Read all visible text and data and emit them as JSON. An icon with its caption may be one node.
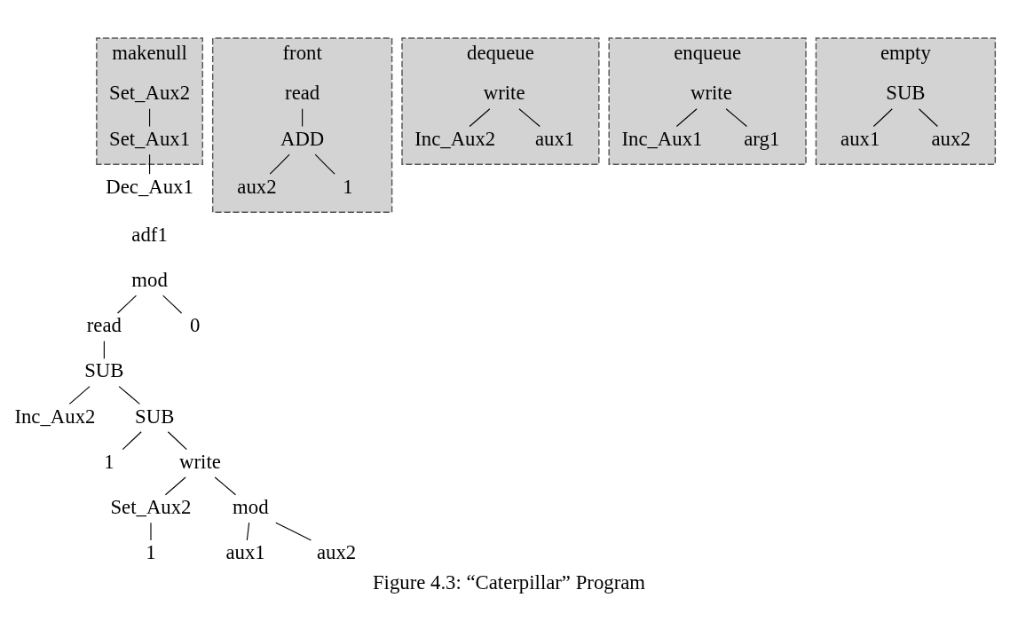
{
  "diagram": {
    "caption": "Figure 4.3: “Caterpillar” Program",
    "nodes": [
      {
        "text": [
          "makenull"
        ]
      },
      {
        "text": [
          "Set_Aux2"
        ],
        "in": 0
      },
      {
        "text": [
          "Set_Aux1"
        ],
        "in": 0
      },
      {
        "text": [
          "Dec_Aux1"
        ]
      },
      {
        "text": [
          "front"
        ]
      },
      {
        "text": [
          "read"
        ],
        "in": 4
      },
      {
        "text": [
          "ADD"
        ],
        "in": 4
      },
      {
        "text": [
          "aux2"
        ],
        "in": 4
      },
      {
        "text": [
          "1"
        ],
        "in": 4
      },
      {
        "text": [
          "dequeue"
        ]
      },
      {
        "text": [
          "write"
        ],
        "in": 9
      },
      {
        "text": [
          "Inc_Aux2"
        ],
        "in": 9
      },
      {
        "text": [
          "aux1"
        ],
        "in": 9
      },
      {
        "text": [
          "enqueue"
        ]
      },
      {
        "text": [
          "write"
        ],
        "in": 13
      },
      {
        "text": [
          "Inc_Aux1"
        ],
        "in": 13
      },
      {
        "text": [
          "arg1"
        ],
        "in": 13
      },
      {
        "text": [
          "empty"
        ]
      },
      {
        "text": [
          "SUB"
        ],
        "in": 17
      },
      {
        "text": [
          "aux1"
        ],
        "in": 17
      },
      {
        "text": [
          "aux2"
        ],
        "in": 17
      },
      {
        "text": [
          "mod"
        ]
      },
      {
        "text": [
          "read"
        ]
      },
      {
        "text": [
          "0"
        ]
      },
      {
        "text": [
          "SUB"
        ]
      },
      {
        "text": [
          "Inc_Aux2"
        ]
      },
      {
        "text": [
          "SUB"
        ]
      },
      {
        "text": [
          "1"
        ]
      },
      {
        "text": [
          "write"
        ]
      },
      {
        "text": [
          "Set_Aux2"
        ]
      },
      {
        "text": [
          "mod"
        ]
      },
      {
        "text": [
          "1"
        ]
      },
      {
        "text": [
          "aux1"
        ]
      },
      {
        "text": [
          "aux2"
        ]
      }
    ],
    "edges": [
      {
        "from": 1,
        "to": 2,
        "arrow": "none"
      },
      {
        "from": 2,
        "to": 3,
        "arrow": "none"
      },
      {
        "from": 5,
        "to": 6,
        "arrow": "none"
      },
      {
        "from": 6,
        "to": 7,
        "arrow": "none"
      },
      {
        "from": 6,
        "to": 8,
        "arrow": "none"
      },
      {
        "from": 10,
        "to": 11,
        "arrow": "none"
      },
      {
        "from": 10,
        "to": 12,
        "arrow": "none"
      },
      {
        "from": 14,
        "to": 15,
        "arrow": "none"
      },
      {
        "from": 14,
        "to": 16,
        "arrow": "none"
      },
      {
        "from": 18,
        "to": 19,
        "arrow": "none"
      },
      {
        "from": 18,
        "to": 20,
        "arrow": "none"
      },
      {
        "from": 21,
        "to": 22,
        "arrow": "none"
      },
      {
        "from": 21,
        "to": 23,
        "arrow": "none"
      },
      {
        "from": 22,
        "to": 24,
        "arrow": "none"
      },
      {
        "from": 24,
        "to": 25,
        "arrow": "none"
      },
      {
        "from": 24,
        "to": 26,
        "arrow": "none"
      },
      {
        "from": 26,
        "to": 27,
        "arrow": "none"
      },
      {
        "from": 26,
        "to": 28,
        "arrow": "none"
      },
      {
        "from": 28,
        "to": 29,
        "arrow": "none"
      },
      {
        "from": 28,
        "to": 30,
        "arrow": "none"
      },
      {
        "from": 29,
        "to": 31,
        "arrow": "none"
      },
      {
        "from": 30,
        "to": 32,
        "arrow": "none"
      },
      {
        "from": 30,
        "to": 33,
        "arrow": "none"
      }
    ],
    "labels": [
      "adf1"
    ]
  }
}
